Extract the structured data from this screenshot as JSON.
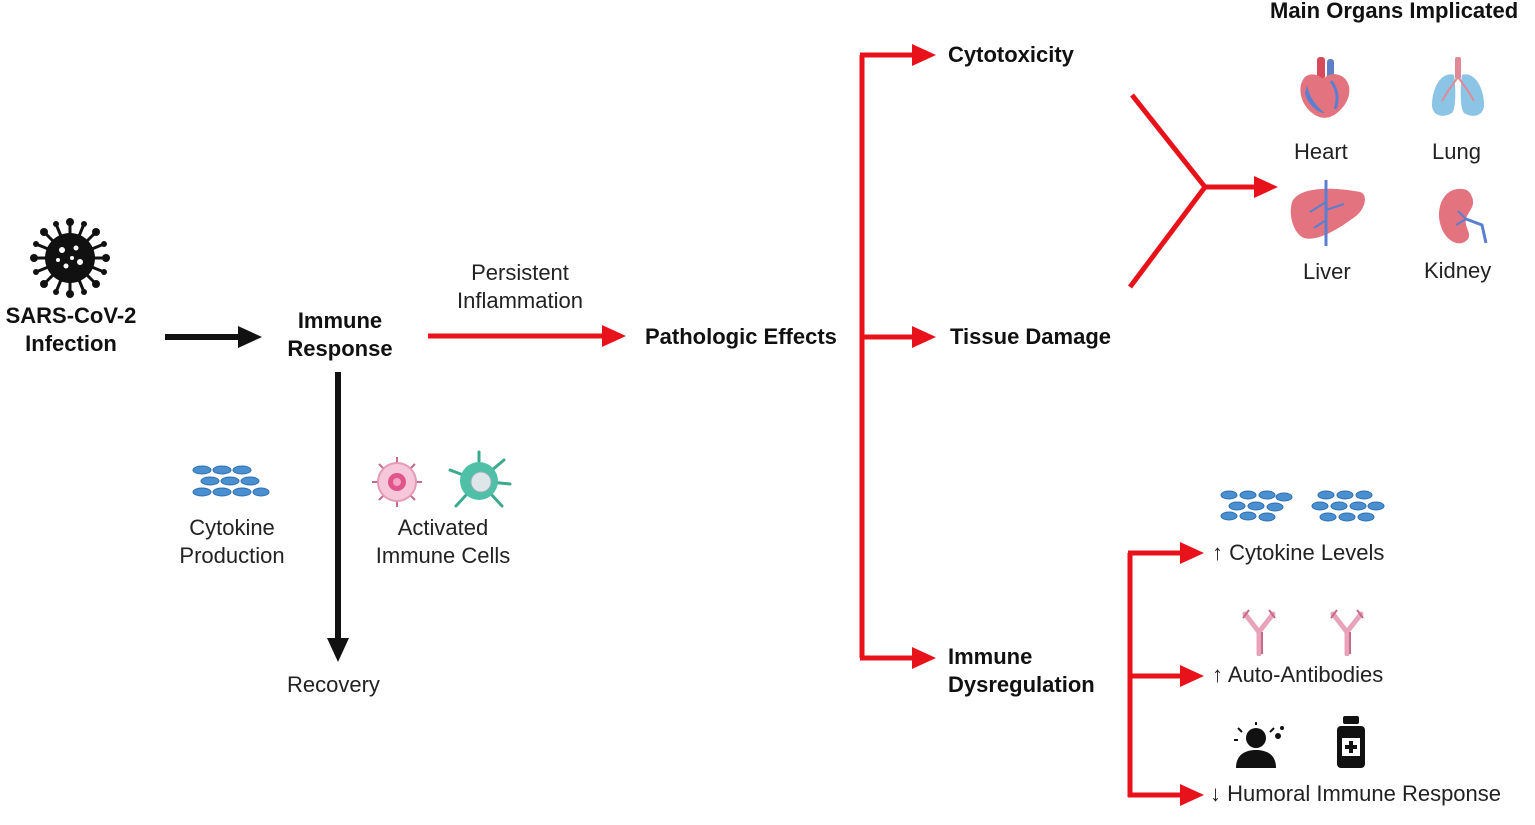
{
  "nodes": {
    "infection": {
      "line1": "SARS-CoV-2",
      "line2": "Infection"
    },
    "immune_response": {
      "line1": "Immune",
      "line2": "Response"
    },
    "persistent_inflammation": {
      "line1": "Persistent",
      "line2": "Inflammation"
    },
    "pathologic_effects": "Pathologic Effects",
    "cytotoxicity": "Cytotoxicity",
    "tissue_damage": "Tissue Damage",
    "immune_dysregulation": {
      "line1": "Immune",
      "line2": "Dysregulation"
    },
    "cytokine_production": {
      "line1": "Cytokine",
      "line2": "Production"
    },
    "activated_immune_cells": {
      "line1": "Activated",
      "line2": "Immune Cells"
    },
    "recovery": "Recovery"
  },
  "organs": {
    "title": "Main Organs Implicated",
    "heart": "Heart",
    "lung": "Lung",
    "liver": "Liver",
    "kidney": "Kidney"
  },
  "dysregulation": {
    "cytokine_levels": "↑ Cytokine Levels",
    "auto_antibodies": "↑ Auto-Antibodies",
    "humoral_response": "↓ Humoral Immune Response"
  },
  "colors": {
    "pathway": "#e8121b",
    "main": "#111111",
    "cytokine": "#4a90d0",
    "organ": "#e3737f",
    "lung": "#8cc4e6"
  },
  "icons": [
    "virus-icon",
    "cytokine-cluster-icon",
    "immune-cell-pink-icon",
    "immune-cell-green-icon",
    "heart-icon",
    "lung-icon",
    "liver-icon",
    "kidney-icon",
    "antibody-icon",
    "person-icon",
    "medicine-bottle-icon"
  ]
}
